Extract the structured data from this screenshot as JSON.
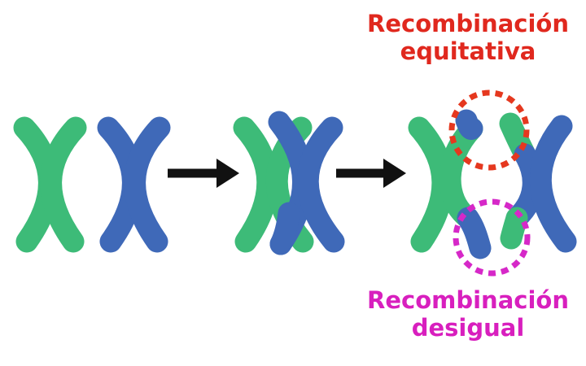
{
  "labels": {
    "equal_line1": "Recombinación",
    "equal_line2": "equitativa",
    "unequal_line1": "Recombinación",
    "unequal_line2": "desigual"
  },
  "colors": {
    "green": "#3dbb78",
    "blue": "#3f69b8",
    "arrow": "#111111",
    "equal_label": "#e0281e",
    "equal_circle": "#e5381f",
    "unequal_label": "#d81fbe",
    "unequal_circle": "#d628c8"
  },
  "icons": [
    "arrow-right-icon",
    "arrow-right-icon"
  ]
}
